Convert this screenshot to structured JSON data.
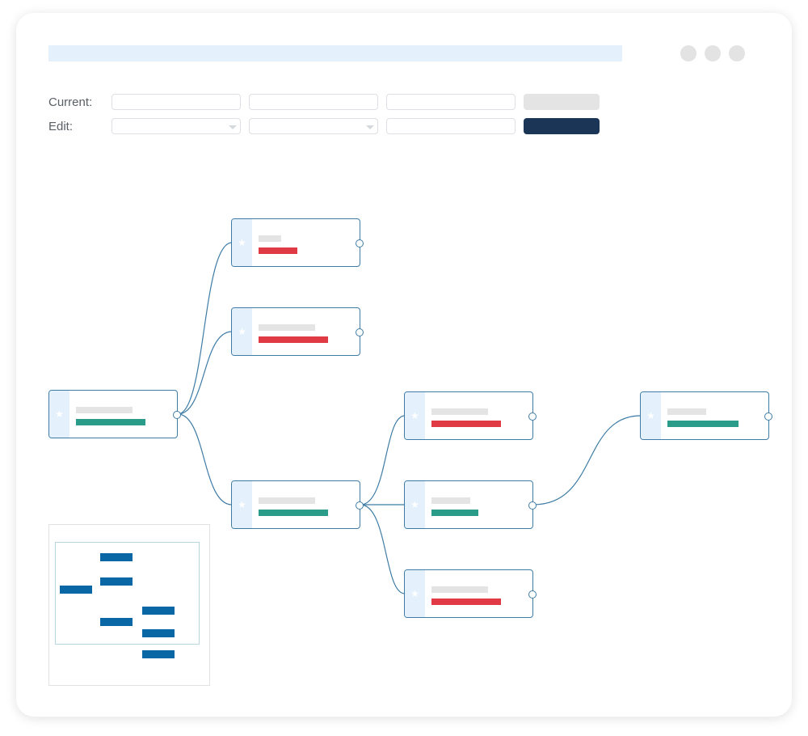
{
  "window": {
    "controls": [
      "window-dot-1",
      "window-dot-2",
      "window-dot-3"
    ]
  },
  "form": {
    "current_label": "Current:",
    "edit_label": "Edit:",
    "current_fields": [
      "",
      "",
      ""
    ],
    "edit_fields": [
      "",
      "",
      ""
    ]
  },
  "colors": {
    "accent": "#1b3557",
    "link": "#3e7ca6",
    "node_side": "#e4f0fb",
    "status_error": "#e03a45",
    "status_ok": "#2b9b8a",
    "minimap_node": "#0a67a6"
  },
  "graph": {
    "icon": "star-icon",
    "nodes": [
      {
        "id": "root",
        "status": "green"
      },
      {
        "id": "child-1",
        "status": "red"
      },
      {
        "id": "child-2",
        "status": "red"
      },
      {
        "id": "child-3",
        "status": "green"
      },
      {
        "id": "grandchild-1",
        "status": "red"
      },
      {
        "id": "grandchild-2",
        "status": "green"
      },
      {
        "id": "grandchild-3",
        "status": "red"
      },
      {
        "id": "leaf-1",
        "status": "green"
      }
    ],
    "edges": [
      [
        "root",
        "child-1"
      ],
      [
        "root",
        "child-2"
      ],
      [
        "root",
        "child-3"
      ],
      [
        "child-3",
        "grandchild-1"
      ],
      [
        "child-3",
        "grandchild-2"
      ],
      [
        "child-3",
        "grandchild-3"
      ],
      [
        "grandchild-2",
        "leaf-1"
      ]
    ]
  }
}
